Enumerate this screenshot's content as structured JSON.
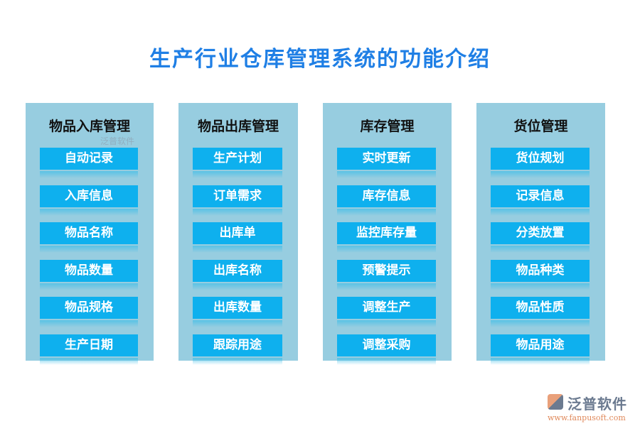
{
  "title": "生产行业仓库管理系统的功能介绍",
  "columns": [
    {
      "title": "物品入库管理",
      "items": [
        "自动记录",
        "入库信息",
        "物品名称",
        "物品数量",
        "物品规格",
        "生产日期"
      ]
    },
    {
      "title": "物品出库管理",
      "items": [
        "生产计划",
        "订单需求",
        "出库单",
        "出库名称",
        "出库数量",
        "跟踪用途"
      ]
    },
    {
      "title": "库存管理",
      "items": [
        "实时更新",
        "库存信息",
        "监控库存量",
        "预警提示",
        "调整生产",
        "调整采购"
      ]
    },
    {
      "title": "货位管理",
      "items": [
        "货位规划",
        "记录信息",
        "分类放置",
        "物品种类",
        "物品性质",
        "物品用途"
      ]
    }
  ],
  "watermark": "泛普软件",
  "logo": {
    "name": "泛普软件",
    "url": "www.fanpusoft.com"
  },
  "colors": {
    "title": "#1f7fe5",
    "panel": "#97cde0",
    "item": "#0eb0ee"
  }
}
